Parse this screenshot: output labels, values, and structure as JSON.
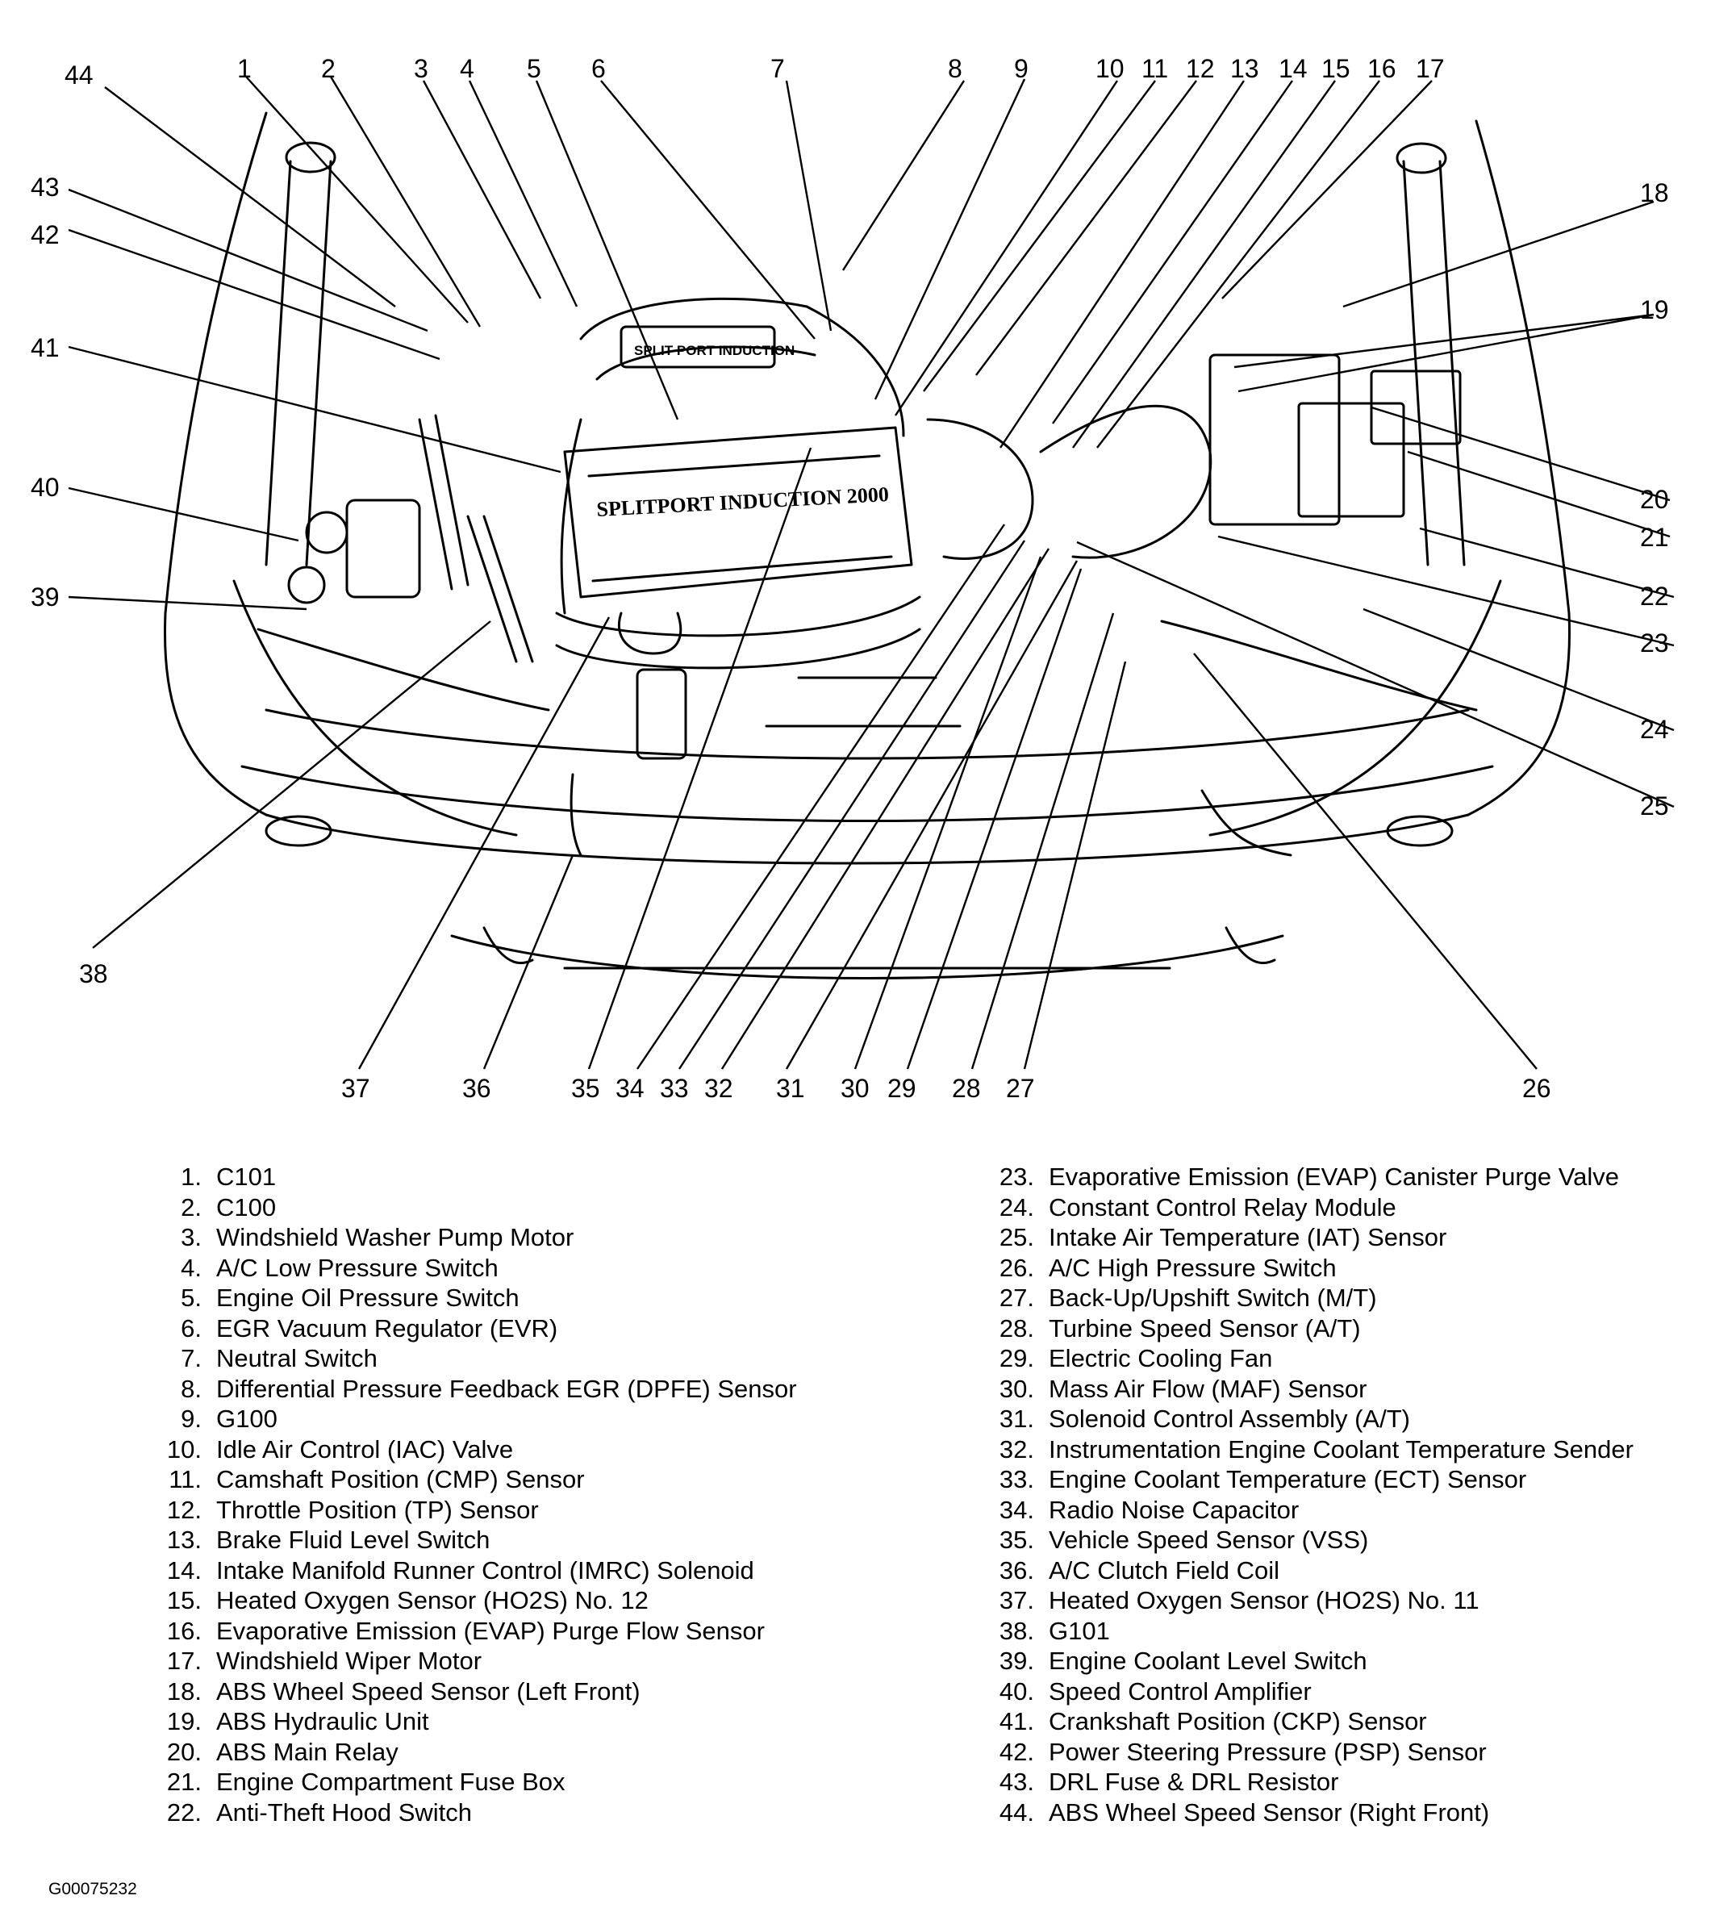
{
  "diagram": {
    "top_numbers": [
      "44",
      "1",
      "2",
      "3",
      "4",
      "5",
      "6",
      "7",
      "8",
      "9",
      "10",
      "11",
      "12",
      "13",
      "14",
      "15",
      "16",
      "17"
    ],
    "right_numbers": [
      "18",
      "19",
      "20",
      "21",
      "22",
      "23",
      "24",
      "25"
    ],
    "left_numbers": [
      "43",
      "42",
      "41",
      "40",
      "39"
    ],
    "bottom_numbers": [
      "38",
      "37",
      "36",
      "35",
      "34",
      "33",
      "32",
      "31",
      "30",
      "29",
      "28",
      "27",
      "26"
    ]
  },
  "legend": {
    "left": [
      {
        "num": "1.",
        "label": "C101"
      },
      {
        "num": "2.",
        "label": "C100"
      },
      {
        "num": "3.",
        "label": "Windshield Washer Pump Motor"
      },
      {
        "num": "4.",
        "label": "A/C Low Pressure Switch"
      },
      {
        "num": "5.",
        "label": "Engine Oil Pressure Switch"
      },
      {
        "num": "6.",
        "label": "EGR Vacuum Regulator (EVR)"
      },
      {
        "num": "7.",
        "label": "Neutral Switch"
      },
      {
        "num": "8.",
        "label": "Differential Pressure Feedback EGR (DPFE) Sensor"
      },
      {
        "num": "9.",
        "label": "G100"
      },
      {
        "num": "10.",
        "label": "Idle Air Control (IAC) Valve"
      },
      {
        "num": "11.",
        "label": "Camshaft Position (CMP) Sensor"
      },
      {
        "num": "12.",
        "label": "Throttle Position (TP) Sensor"
      },
      {
        "num": "13.",
        "label": "Brake Fluid Level Switch"
      },
      {
        "num": "14.",
        "label": "Intake Manifold Runner Control (IMRC) Solenoid"
      },
      {
        "num": "15.",
        "label": "Heated Oxygen Sensor (HO2S) No. 12"
      },
      {
        "num": "16.",
        "label": "Evaporative Emission (EVAP) Purge Flow Sensor"
      },
      {
        "num": "17.",
        "label": "Windshield Wiper Motor"
      },
      {
        "num": "18.",
        "label": "ABS Wheel Speed Sensor (Left Front)"
      },
      {
        "num": "19.",
        "label": "ABS Hydraulic Unit"
      },
      {
        "num": "20.",
        "label": "ABS Main Relay"
      },
      {
        "num": "21.",
        "label": "Engine Compartment Fuse Box"
      },
      {
        "num": "22.",
        "label": "Anti-Theft Hood Switch"
      }
    ],
    "right": [
      {
        "num": "23.",
        "label": "Evaporative Emission (EVAP) Canister Purge Valve"
      },
      {
        "num": "24.",
        "label": "Constant Control Relay Module"
      },
      {
        "num": "25.",
        "label": "Intake Air Temperature (IAT) Sensor"
      },
      {
        "num": "26.",
        "label": "A/C  High Pressure Switch"
      },
      {
        "num": "27.",
        "label": "Back-Up/Upshift Switch (M/T)"
      },
      {
        "num": "28.",
        "label": "Turbine Speed Sensor (A/T)"
      },
      {
        "num": "29.",
        "label": "Electric Cooling Fan"
      },
      {
        "num": "30.",
        "label": "Mass Air Flow (MAF) Sensor"
      },
      {
        "num": "31.",
        "label": "Solenoid Control Assembly (A/T)"
      },
      {
        "num": "32.",
        "label": "Instrumentation Engine Coolant Temperature Sender"
      },
      {
        "num": "33.",
        "label": "Engine Coolant Temperature (ECT) Sensor"
      },
      {
        "num": "34.",
        "label": "Radio Noise Capacitor"
      },
      {
        "num": "35.",
        "label": "Vehicle Speed Sensor (VSS)"
      },
      {
        "num": "36.",
        "label": "A/C Clutch Field Coil"
      },
      {
        "num": "37.",
        "label": "Heated Oxygen Sensor (HO2S) No. 11"
      },
      {
        "num": "38.",
        "label": "G101"
      },
      {
        "num": "39.",
        "label": "Engine Coolant Level Switch"
      },
      {
        "num": "40.",
        "label": "Speed Control Amplifier"
      },
      {
        "num": "41.",
        "label": "Crankshaft Position (CKP) Sensor"
      },
      {
        "num": "42.",
        "label": "Power Steering Pressure (PSP) Sensor"
      },
      {
        "num": "43.",
        "label": "DRL Fuse & DRL Resistor"
      },
      {
        "num": "44.",
        "label": "ABS Wheel Speed Sensor (Right Front)"
      }
    ]
  },
  "engine_cover": {
    "small_text": "SPLIT PORT INDUCTION",
    "large_text": "SPLITPORT INDUCTION 2000"
  },
  "figure_id": "G00075232"
}
